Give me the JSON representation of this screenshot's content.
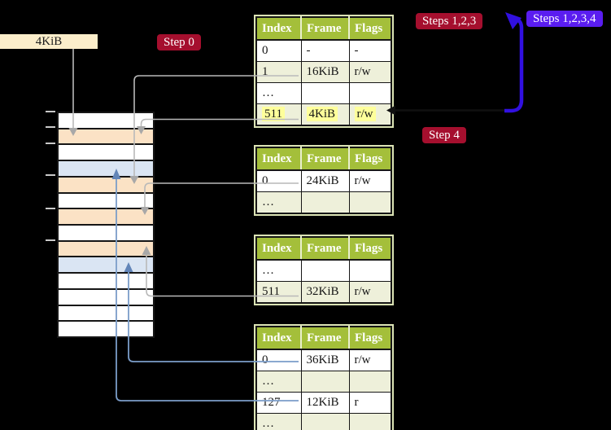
{
  "palette": {
    "crimson": "#a50f2e",
    "violet": "#5a1df0",
    "arrow_blue": "#3110e0",
    "header_green": "#a4bf3a",
    "row_shade": "#eef0da",
    "highlight_yellow": "#feff9b",
    "stack_peach": "#fbe2c5",
    "stack_blue": "#dae5f3",
    "connector_gray": "#b9b9b9",
    "connector_gray_head": "#a8a8a8",
    "connector_blue": "#7b9dc9",
    "connector_blue_head": "#6285b8",
    "box_beige": "#fceecb",
    "grid_black": "#161616",
    "pale_frame": "#dbe3b4"
  },
  "frame_box": {
    "label": "4KiB"
  },
  "badges": {
    "step0": "Step 0",
    "steps123": "Steps 1,2,3",
    "steps1234": "Steps 1,2,3,4",
    "step4": "Step 4"
  },
  "stack": {
    "rows": [
      "white",
      "peach",
      "white",
      "blue",
      "peach",
      "white",
      "peach",
      "white",
      "peach",
      "blue",
      "white",
      "white",
      "white",
      "white"
    ]
  },
  "tables": [
    {
      "columns": [
        "Index",
        "Frame",
        "Flags"
      ],
      "rows": [
        {
          "cells": [
            "0",
            "-",
            "-"
          ],
          "shade": false
        },
        {
          "cells": [
            "1",
            "16KiB",
            "r/w"
          ],
          "shade": true,
          "underline": true
        },
        {
          "cells": [
            "…",
            "",
            ""
          ],
          "shade": false
        },
        {
          "cells": [
            "511",
            "4KiB",
            "r/w"
          ],
          "shade": true,
          "highlight": true,
          "underline": true
        }
      ]
    },
    {
      "columns": [
        "Index",
        "Frame",
        "Flags"
      ],
      "rows": [
        {
          "cells": [
            "0",
            "24KiB",
            "r/w"
          ],
          "shade": false,
          "underline": true
        },
        {
          "cells": [
            "…",
            "",
            ""
          ],
          "shade": true
        }
      ]
    },
    {
      "columns": [
        "Index",
        "Frame",
        "Flags"
      ],
      "rows": [
        {
          "cells": [
            "…",
            "",
            ""
          ],
          "shade": false
        },
        {
          "cells": [
            "511",
            "32KiB",
            "r/w"
          ],
          "shade": true,
          "underline": true
        }
      ]
    },
    {
      "columns": [
        "Index",
        "Frame",
        "Flags"
      ],
      "rows": [
        {
          "cells": [
            "0",
            "36KiB",
            "r/w"
          ],
          "shade": false,
          "underline": true
        },
        {
          "cells": [
            "…",
            "",
            ""
          ],
          "shade": true
        },
        {
          "cells": [
            "127",
            "12KiB",
            "r"
          ],
          "shade": false,
          "underline": true
        },
        {
          "cells": [
            "…",
            "",
            ""
          ],
          "shade": true
        }
      ]
    }
  ]
}
